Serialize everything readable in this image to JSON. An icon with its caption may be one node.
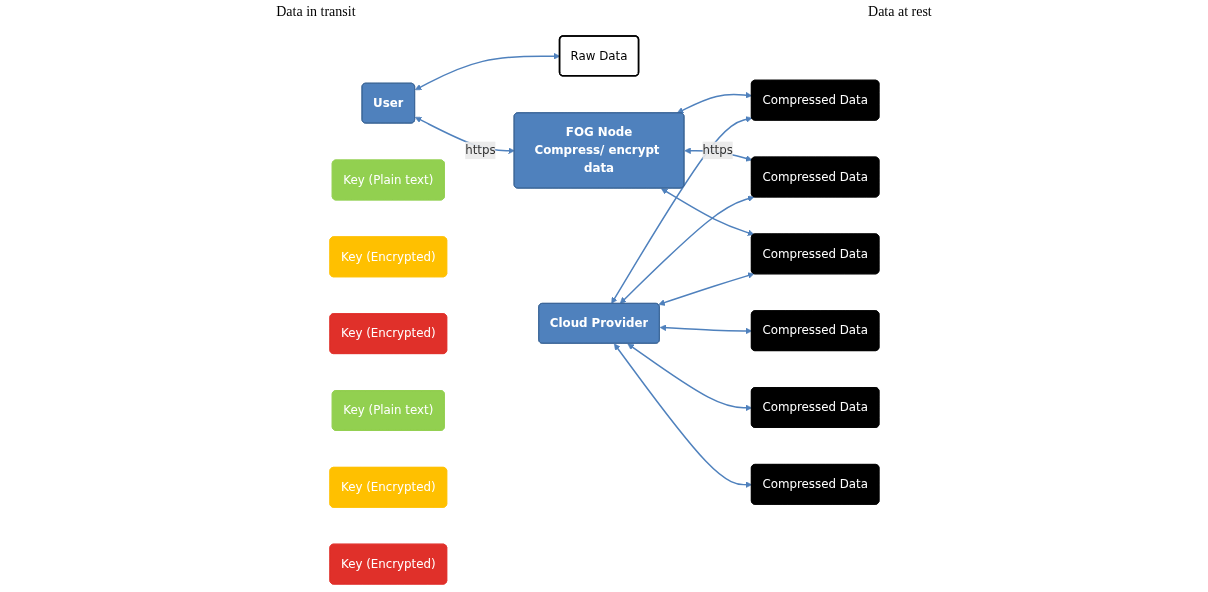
{
  "diagram": {
    "nodes": [
      {
        "text": [
          "User"
        ]
      },
      {
        "text": [
          "Raw Data"
        ]
      },
      {
        "text": [
          "FOG Node",
          "Compress/ encrypt data"
        ]
      },
      {
        "text": [
          "Key (Plain text)"
        ]
      },
      {
        "text": [
          "Compressed Data"
        ]
      },
      {
        "text": [
          "Key (Encrypted)"
        ]
      },
      {
        "text": [
          "Compressed Data"
        ]
      },
      {
        "text": [
          "Key (Encrypted)"
        ]
      },
      {
        "text": [
          "Compressed Data"
        ]
      },
      {
        "text": [
          "Cloud Provider"
        ]
      },
      {
        "text": [
          "Key (Plain text)"
        ]
      },
      {
        "text": [
          "Compressed Data"
        ]
      },
      {
        "text": [
          "Key (Encrypted)"
        ]
      },
      {
        "text": [
          "Compressed Data"
        ]
      },
      {
        "text": [
          "Key (Encrypted)"
        ]
      },
      {
        "text": [
          "Compressed Data"
        ]
      }
    ],
    "edges": [
      {
        "from": 0,
        "to": 1,
        "arrow": "both"
      },
      {
        "from": 0,
        "to": 2,
        "arrow": "both",
        "label": "https"
      },
      {
        "from": 2,
        "to": 4,
        "arrow": "both"
      },
      {
        "from": 2,
        "to": 6,
        "arrow": "both",
        "label": "https"
      },
      {
        "from": 2,
        "to": 8,
        "arrow": "both"
      },
      {
        "from": 9,
        "to": 4,
        "arrow": "both"
      },
      {
        "from": 9,
        "to": 6,
        "arrow": "both"
      },
      {
        "from": 9,
        "to": 8,
        "arrow": "both"
      },
      {
        "from": 9,
        "to": 11,
        "arrow": "both"
      },
      {
        "from": 9,
        "to": 13,
        "arrow": "both"
      },
      {
        "from": 9,
        "to": 15,
        "arrow": "both"
      }
    ],
    "labels": [
      "Data in transit",
      "Data at rest"
    ]
  }
}
